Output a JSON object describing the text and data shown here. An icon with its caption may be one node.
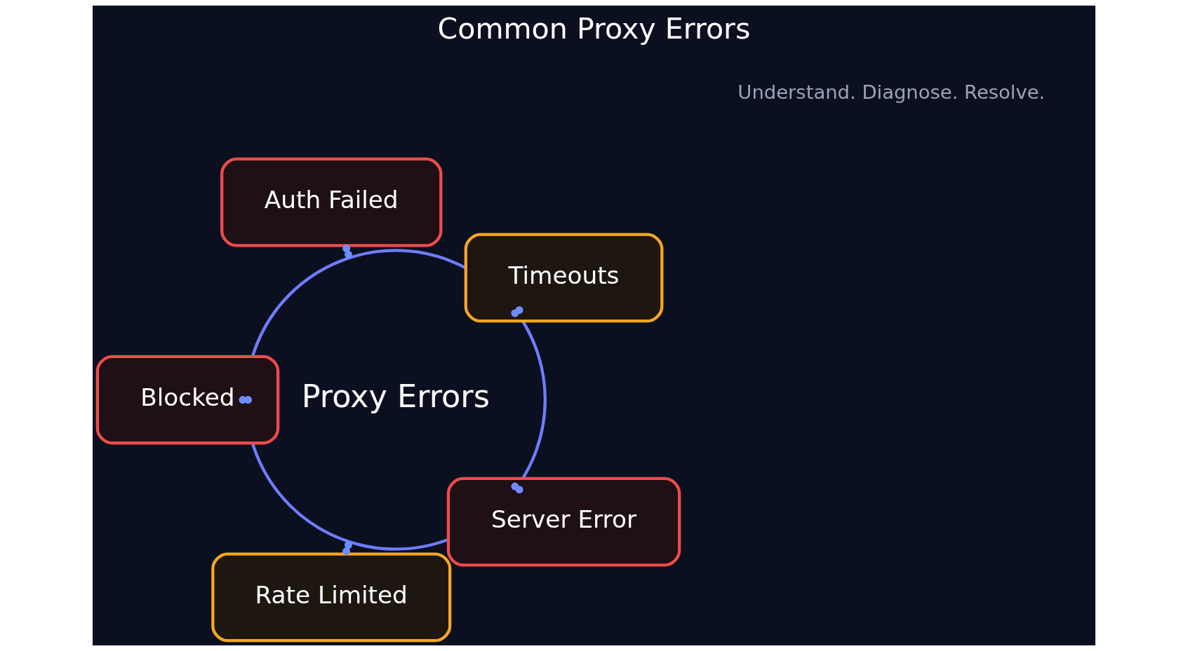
{
  "diagram": {
    "title": "Common Proxy Errors",
    "nodes": [
      {
        "text": [
          "Proxy Errors"
        ]
      },
      {
        "text": [
          "Timeouts"
        ]
      },
      {
        "text": [
          "Auth Failed"
        ]
      },
      {
        "text": [
          "Blocked"
        ]
      },
      {
        "text": [
          "Rate Limited"
        ]
      },
      {
        "text": [
          "Server Error"
        ]
      }
    ],
    "edges": [
      {
        "from": 0,
        "to": 1,
        "arrow": "other"
      },
      {
        "from": 0,
        "to": 2,
        "arrow": "other"
      },
      {
        "from": 0,
        "to": 3,
        "arrow": "other"
      },
      {
        "from": 0,
        "to": 4,
        "arrow": "other"
      },
      {
        "from": 0,
        "to": 5,
        "arrow": "other"
      }
    ],
    "labels": [
      "Understand. Diagnose. Resolve."
    ]
  }
}
